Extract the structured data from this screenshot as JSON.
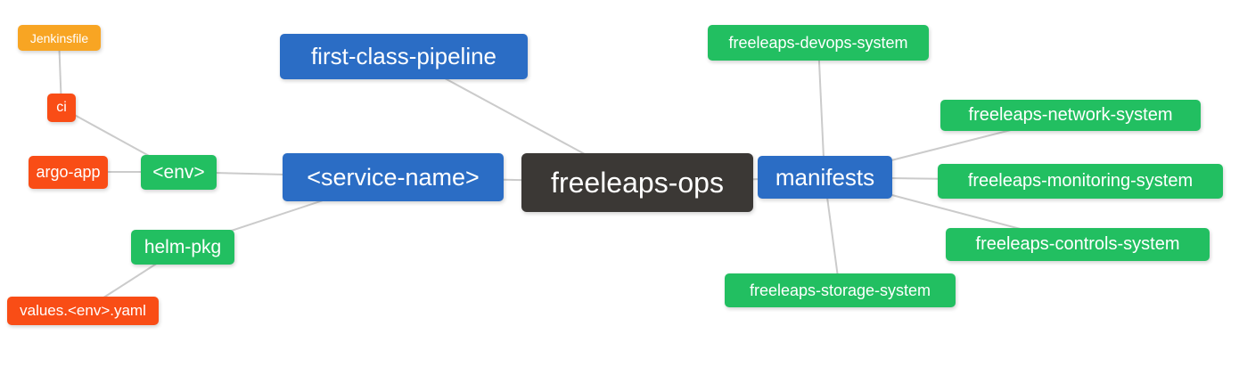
{
  "diagram": {
    "type": "mindmap",
    "background": "#ffffff",
    "line_color": "#cbcbcb",
    "palette": {
      "root_dark": "#3b3835",
      "branch_blue": "#2b6dc5",
      "child_green": "#22bf61",
      "leaf_red": "#f94d16",
      "leaf_orange": "#f8a523",
      "text": "#ffffff"
    },
    "nodes": {
      "root": {
        "label": "freeleaps-ops",
        "color": "#3b3835"
      },
      "first_class_pipeline": {
        "label": "first-class-pipeline",
        "color": "#2b6dc5"
      },
      "service_name": {
        "label": "<service-name>",
        "color": "#2b6dc5"
      },
      "manifests": {
        "label": "manifests",
        "color": "#2b6dc5"
      },
      "env": {
        "label": "<env>",
        "color": "#22bf61"
      },
      "helm_pkg": {
        "label": "helm-pkg",
        "color": "#22bf61"
      },
      "ci": {
        "label": "ci",
        "color": "#f94d16"
      },
      "argo_app": {
        "label": "argo-app",
        "color": "#f94d16"
      },
      "jenkinsfile": {
        "label": "Jenkinsfile",
        "color": "#f8a523"
      },
      "values_env_yaml": {
        "label": "values.<env>.yaml",
        "color": "#f94d16"
      },
      "devops_system": {
        "label": "freeleaps-devops-system",
        "color": "#22bf61"
      },
      "network_system": {
        "label": "freeleaps-network-system",
        "color": "#22bf61"
      },
      "monitoring_system": {
        "label": "freeleaps-monitoring-system",
        "color": "#22bf61"
      },
      "controls_system": {
        "label": "freeleaps-controls-system",
        "color": "#22bf61"
      },
      "storage_system": {
        "label": "freeleaps-storage-system",
        "color": "#22bf61"
      }
    },
    "edges": [
      [
        "jenkinsfile",
        "ci"
      ],
      [
        "ci",
        "env"
      ],
      [
        "argo_app",
        "env"
      ],
      [
        "env",
        "service_name"
      ],
      [
        "helm_pkg",
        "service_name"
      ],
      [
        "values_env_yaml",
        "helm_pkg"
      ],
      [
        "service_name",
        "root"
      ],
      [
        "first_class_pipeline",
        "root"
      ],
      [
        "root",
        "manifests"
      ],
      [
        "manifests",
        "devops_system"
      ],
      [
        "manifests",
        "network_system"
      ],
      [
        "manifests",
        "monitoring_system"
      ],
      [
        "manifests",
        "controls_system"
      ],
      [
        "manifests",
        "storage_system"
      ]
    ]
  }
}
